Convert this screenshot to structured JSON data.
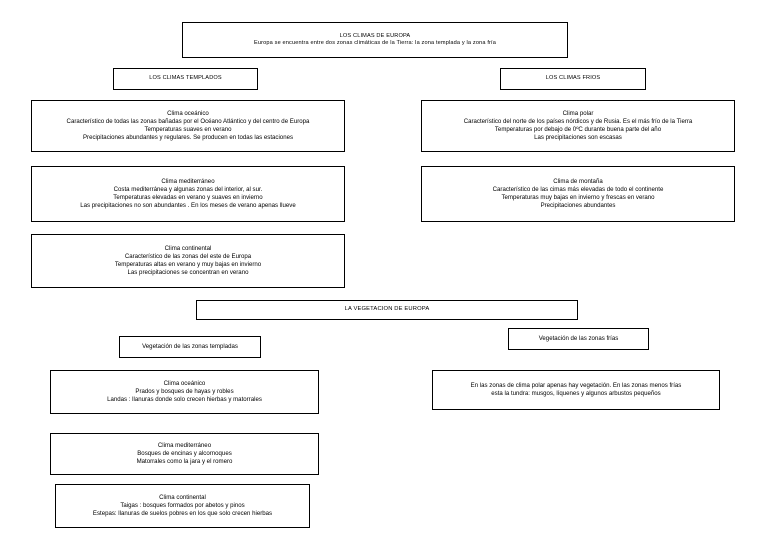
{
  "document": {
    "language": "es",
    "theme": {
      "background": "#ffffff",
      "border": "#000000",
      "text": "#000000"
    }
  },
  "climate_section": {
    "title_box": {
      "heading": "LOS CLIMAS DE EUROPA",
      "subtitle": "Europa se encuentra entre dos zonas climáticas de la Tierra: la zona templada y la zona fría"
    },
    "branches": [
      {
        "label": "LOS CLIMAS TEMPLADOS"
      },
      {
        "label": "LOS CLIMAS FRIOS"
      }
    ],
    "temperate": [
      {
        "heading": "Clima oceánico",
        "lines": [
          "Característico de todas las zonas bañadas por el Océano Atlántico y del centro de Europa",
          "Temperaturas suaves en verano",
          "Precipitaciones abundantes y regulares. Se producen en todas las estaciones"
        ]
      },
      {
        "heading": "Clima mediterráneo",
        "lines": [
          "Costa mediterránea y algunas zonas del interior, al sur.",
          "Temperaturas elevadas en verano y suaves en invierno",
          "Las precipitaciones no son abundantes . En los meses de verano apenas llueve"
        ]
      },
      {
        "heading": "Clima continental",
        "lines": [
          "Característico de las zonas del este de Europa",
          "Temperaturas altas en verano y muy bajas en invierno",
          "Las precipitaciones se concentran en verano"
        ]
      }
    ],
    "cold": [
      {
        "heading": "Clima polar",
        "lines": [
          "Característico del norte de los países nórdicos y de Rusia. Es el más frío de la Tierra",
          "Temperaturas por debajo de 0ºC durante buena parte del año",
          "Las precipitaciones son escasas"
        ]
      },
      {
        "heading": "Clima de montaña",
        "lines": [
          "Característico de las cimas más elevadas de todo el continente",
          "Temperaturas muy bajas en invierno y frescas en verano",
          "Precipitaciones abundantes"
        ]
      }
    ]
  },
  "vegetation_section": {
    "title_box": {
      "heading": "LA VEGETACION DE EUROPA"
    },
    "branches": [
      {
        "label": "Vegetación de las zonas templadas"
      },
      {
        "label": "Vegetación de las zonas frías"
      }
    ],
    "temperate": [
      {
        "heading": "Clima oceánico",
        "lines": [
          "Prados y bosques de hayas y robles",
          "Landas : llanuras donde solo crecen hierbas y matorrales"
        ]
      },
      {
        "heading": "Clima mediterráneo",
        "lines": [
          "Bosques de encinas y alcornoques",
          "Matorrales como la jara y el romero"
        ]
      },
      {
        "heading": "Clima continental",
        "lines": [
          "Taigas : bosques formados por abetos y pinos",
          "Estepas: llanuras de suelos pobres en los que solo crecen hierbas"
        ]
      }
    ],
    "cold": [
      {
        "heading": "",
        "lines": [
          "En las zonas de clima polar apenas hay vegetación. En las zonas menos frías",
          "esta la tundra: musgos, líquenes y algunos arbustos pequeños"
        ]
      }
    ]
  }
}
